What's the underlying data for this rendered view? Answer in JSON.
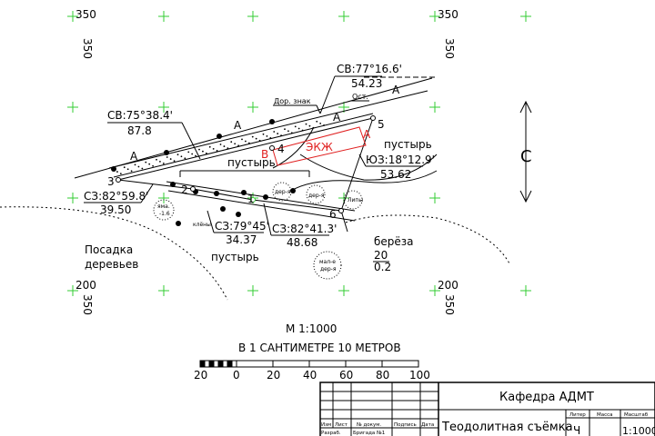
{
  "grid": {
    "tl": "350",
    "tr": "350",
    "bl": "200",
    "br": "200"
  },
  "labels": {
    "dir_ne1": "СВ:75°38.4'",
    "dist_ne1": "87.8",
    "dir_ne2": "СВ:77°16.6'",
    "dist_ne2": "54.23",
    "dir_sw": "ЮЗ:18°12.9'",
    "dist_sw": "53.62",
    "dir_nw1": "СЗ:82°59.8'",
    "dist_nw1": "39.50",
    "dir_nw2": "СЗ:79°45'",
    "dist_nw2": "34.37",
    "dir_nw3": "СЗ:82°41.3'",
    "dist_nw3": "48.68",
    "road_sign": "Дор. знак",
    "stop": "Ост.",
    "wasteland": "пустырь",
    "planting": [
      "Посадка",
      "деревьев"
    ],
    "birch": "берёза",
    "birch_h": "20",
    "birch_d": "0.2",
    "pit": [
      "яма.",
      "-1.6"
    ],
    "maples": "клёны",
    "trees": "дер-я",
    "lindens": "Липы",
    "small_trees": [
      "мал-е",
      "дер-я"
    ],
    "road_mark": "А",
    "points": [
      "1",
      "2",
      "3",
      "4",
      "5",
      "6"
    ],
    "ekzh": "ЭКЖ",
    "mark_b": "В",
    "mark_a": "А"
  },
  "scale": {
    "ratio": "М 1:1000",
    "text": "В 1 САНТИМЕТРЕ 10 МЕТРОВ",
    "ticks": [
      "20",
      "0",
      "20",
      "40",
      "60",
      "80",
      "100"
    ]
  },
  "title_block": {
    "department": "Кафедра АДМТ",
    "title": "Теодолитная съёмка",
    "headers": [
      "Изм",
      "Лист",
      "№ докум.",
      "Подпись",
      "Дата"
    ],
    "row": [
      "Разраб.",
      "Бригада №1"
    ],
    "lit_header": "Литер",
    "mass_header": "Масса",
    "scale_header": "Масштаб",
    "lit": "Ч",
    "scale": "1:1000"
  },
  "colors": {
    "grid": "#33cc33",
    "red": "#e02020"
  }
}
